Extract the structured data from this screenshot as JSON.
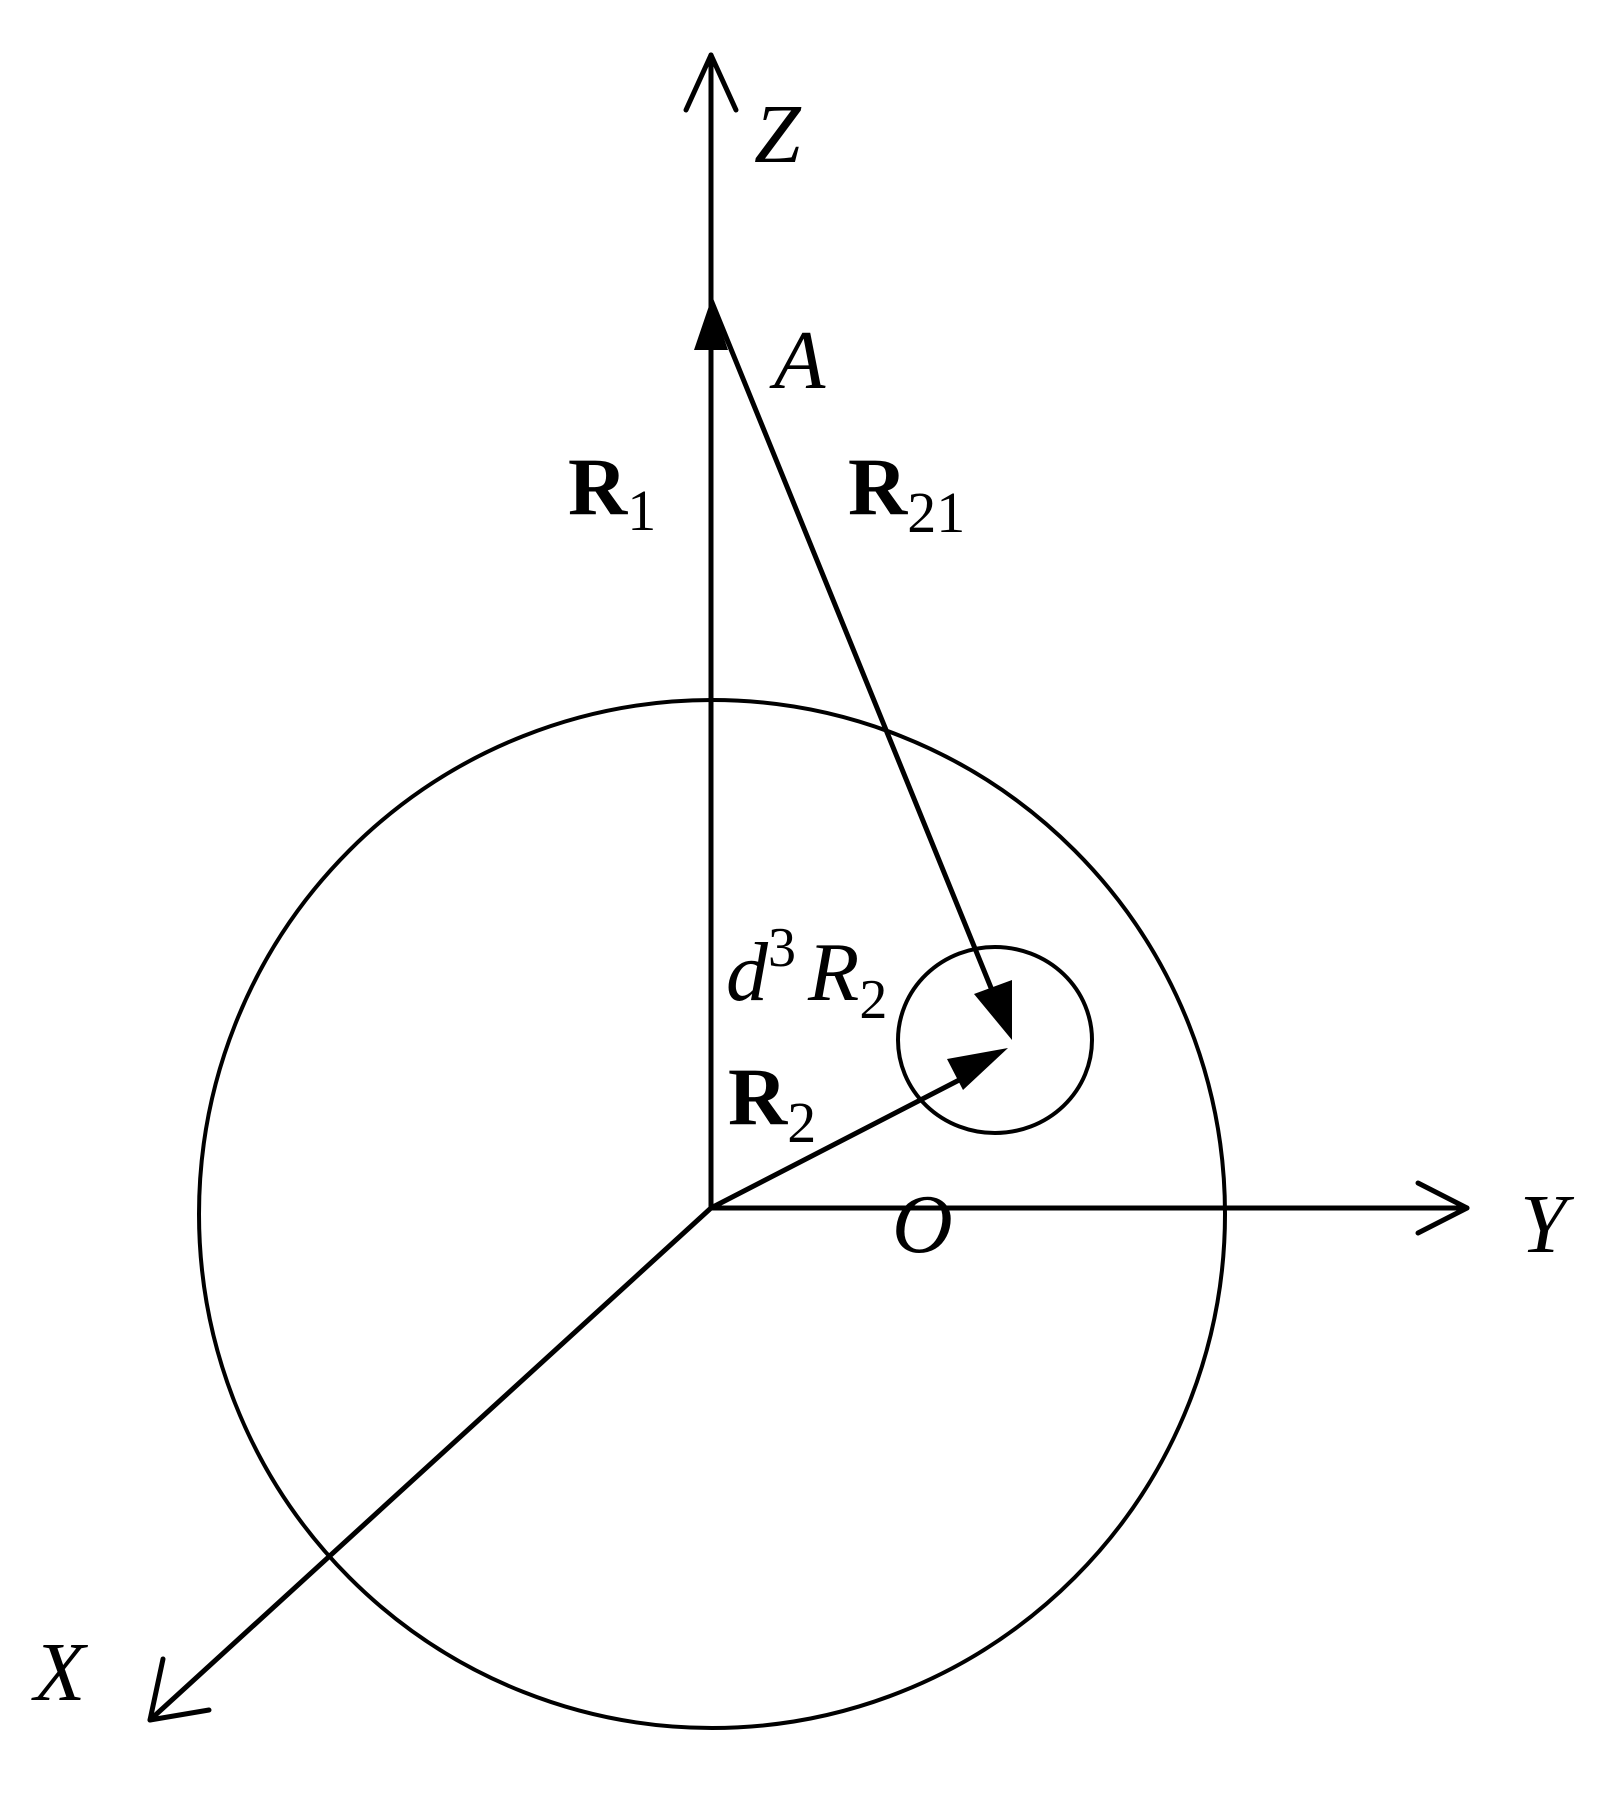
{
  "labels": {
    "axis_z": "Z",
    "axis_y": "Y",
    "axis_x": "X",
    "point_a": "A",
    "origin": "O",
    "r1_main": "R",
    "r1_sub": "1",
    "r21_main": "R",
    "r21_sub": "21",
    "r2_main": "R",
    "r2_sub": "2",
    "volume_d": "d",
    "volume_exp": "3",
    "volume_r": "R",
    "volume_sub": "2"
  },
  "colors": {
    "ink": "#000000",
    "background": "#ffffff"
  }
}
